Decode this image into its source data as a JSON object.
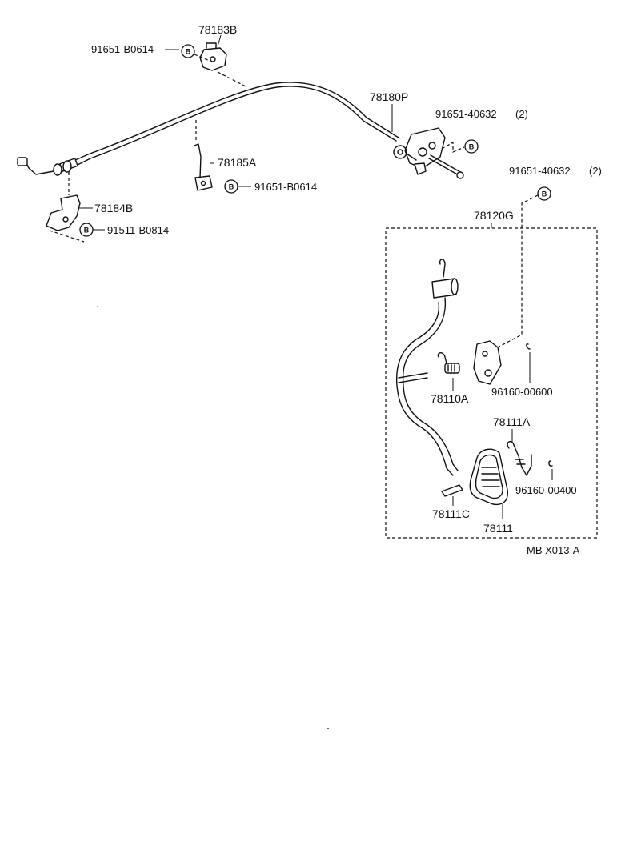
{
  "callouts": {
    "p78183B": "78183B",
    "p91651_B0614_top": "91651-B0614",
    "p78180P": "78180P",
    "p91651_40632_a": "91651-40632",
    "qty_a": "(2)",
    "p91651_40632_b": "91651-40632",
    "qty_b": "(2)",
    "p78185A": "78185A",
    "p91651_B0614_mid": "91651-B0614",
    "p78184B": "78184B",
    "p91511_B0814": "91511-B0814",
    "p78120G": "78120G",
    "p78110A": "78110A",
    "p96160_00600": "96160-00600",
    "p78111A": "78111A",
    "p96160_00400": "96160-00400",
    "p78111C": "78111C",
    "p78111": "78111"
  },
  "bolt_marker": "B",
  "drawing_code": "MB X013-A"
}
